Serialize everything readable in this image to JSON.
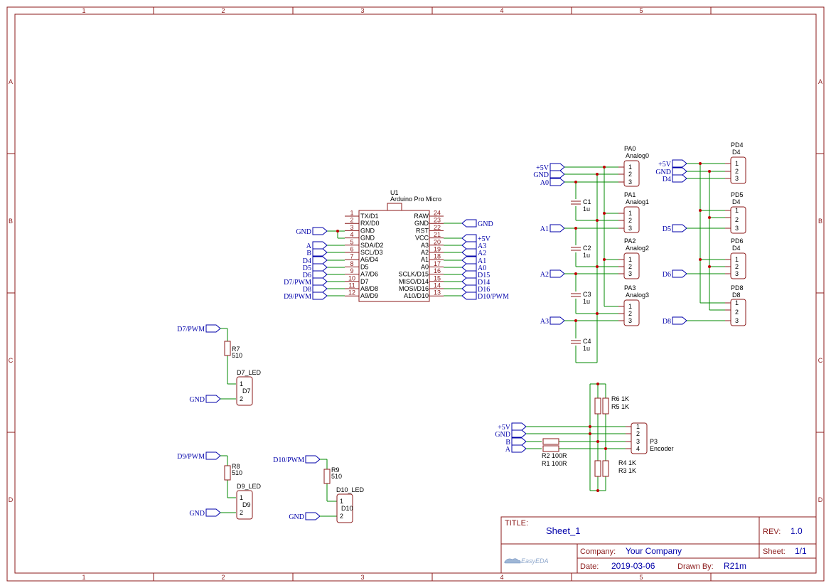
{
  "frame": {
    "columns": [
      "1",
      "2",
      "3",
      "4",
      "5"
    ],
    "rows": [
      "A",
      "B",
      "C",
      "D"
    ]
  },
  "title_block": {
    "title_label": "TITLE:",
    "title": "Sheet_1",
    "rev_label": "REV:",
    "rev": "1.0",
    "company_label": "Company:",
    "company": "Your Company",
    "sheet_label": "Sheet:",
    "sheet": "1/1",
    "date_label": "Date:",
    "date": "2019-03-06",
    "drawn_label": "Drawn By:",
    "drawn": "R21m",
    "logo": "EasyEDA"
  },
  "u1": {
    "designator": "U1",
    "name": "Arduino Pro Micro",
    "left_pins": [
      {
        "num": "1",
        "name": "TX/D1",
        "net": ""
      },
      {
        "num": "2",
        "name": "RX/D0",
        "net": ""
      },
      {
        "num": "3",
        "name": "GND",
        "net": "GND"
      },
      {
        "num": "4",
        "name": "GND",
        "net": ""
      },
      {
        "num": "5",
        "name": "SDA/D2",
        "net": "A"
      },
      {
        "num": "6",
        "name": "SCL/D3",
        "net": "B"
      },
      {
        "num": "7",
        "name": "A6/D4",
        "net": "D4"
      },
      {
        "num": "8",
        "name": "D5",
        "net": "D5"
      },
      {
        "num": "9",
        "name": "A7/D6",
        "net": "D6"
      },
      {
        "num": "10",
        "name": "D7",
        "net": "D7/PWM"
      },
      {
        "num": "11",
        "name": "A8/D8",
        "net": "D8"
      },
      {
        "num": "12",
        "name": "A9/D9",
        "net": "D9/PWM"
      }
    ],
    "right_pins": [
      {
        "num": "24",
        "name": "RAW",
        "net": ""
      },
      {
        "num": "23",
        "name": "GND",
        "net": "GND"
      },
      {
        "num": "22",
        "name": "RST",
        "net": ""
      },
      {
        "num": "21",
        "name": "VCC",
        "net": "+5V"
      },
      {
        "num": "20",
        "name": "A3",
        "net": "A3"
      },
      {
        "num": "19",
        "name": "A2",
        "net": "A2"
      },
      {
        "num": "18",
        "name": "A1",
        "net": "A1"
      },
      {
        "num": "17",
        "name": "A0",
        "net": "A0"
      },
      {
        "num": "16",
        "name": "SCLK/D15",
        "net": "D15"
      },
      {
        "num": "15",
        "name": "MISO/D14",
        "net": "D14"
      },
      {
        "num": "14",
        "name": "MOSI/D16",
        "net": "D16"
      },
      {
        "num": "13",
        "name": "A10/D10",
        "net": "D10/PWM"
      }
    ]
  },
  "analog_headers": [
    {
      "des": "PA0",
      "val": "Analog0",
      "net": "A0"
    },
    {
      "des": "PA1",
      "val": "Analog1",
      "net": "A1"
    },
    {
      "des": "PA2",
      "val": "Analog2",
      "net": "A2"
    },
    {
      "des": "PA3",
      "val": "Analog3",
      "net": "A3"
    }
  ],
  "analog_power_nets": [
    "+5V",
    "GND"
  ],
  "caps": [
    {
      "des": "C1",
      "val": "1u"
    },
    {
      "des": "C2",
      "val": "1u"
    },
    {
      "des": "C3",
      "val": "1u"
    },
    {
      "des": "C4",
      "val": "1u"
    }
  ],
  "digital_headers": [
    {
      "des": "PD4",
      "val": "D4",
      "net": "D4"
    },
    {
      "des": "PD5",
      "val": "D4",
      "net": "D5"
    },
    {
      "des": "PD6",
      "val": "D4",
      "net": "D6"
    },
    {
      "des": "PD8",
      "val": "D8",
      "net": "D8"
    }
  ],
  "digital_power_nets": [
    "+5V",
    "GND"
  ],
  "header_pins": [
    "1",
    "2",
    "3"
  ],
  "encoder": {
    "des": "P3",
    "val": "Encoder",
    "pins": [
      "1",
      "2",
      "3",
      "4"
    ],
    "nets": [
      "+5V",
      "GND",
      "B",
      "A"
    ],
    "r_top": [
      "R6 1K",
      "R5 1K"
    ],
    "r_mid": [
      "R2 100R",
      "R1 100R"
    ],
    "r_bot": [
      "R4 1K",
      "R3 1K"
    ]
  },
  "leds": [
    {
      "net": "D7/PWM",
      "r_des": "R7",
      "r_val": "510",
      "led_des": "D7_LED",
      "led_inner": "D7",
      "gnd": "GND"
    },
    {
      "net": "D9/PWM",
      "r_des": "R8",
      "r_val": "510",
      "led_des": "D9_LED",
      "led_inner": "D9",
      "gnd": "GND"
    },
    {
      "net": "D10/PWM",
      "r_des": "R9",
      "r_val": "510",
      "led_des": "D10_LED",
      "led_inner": "D10",
      "gnd": "GND"
    }
  ],
  "led_pins": [
    "1",
    "2"
  ]
}
